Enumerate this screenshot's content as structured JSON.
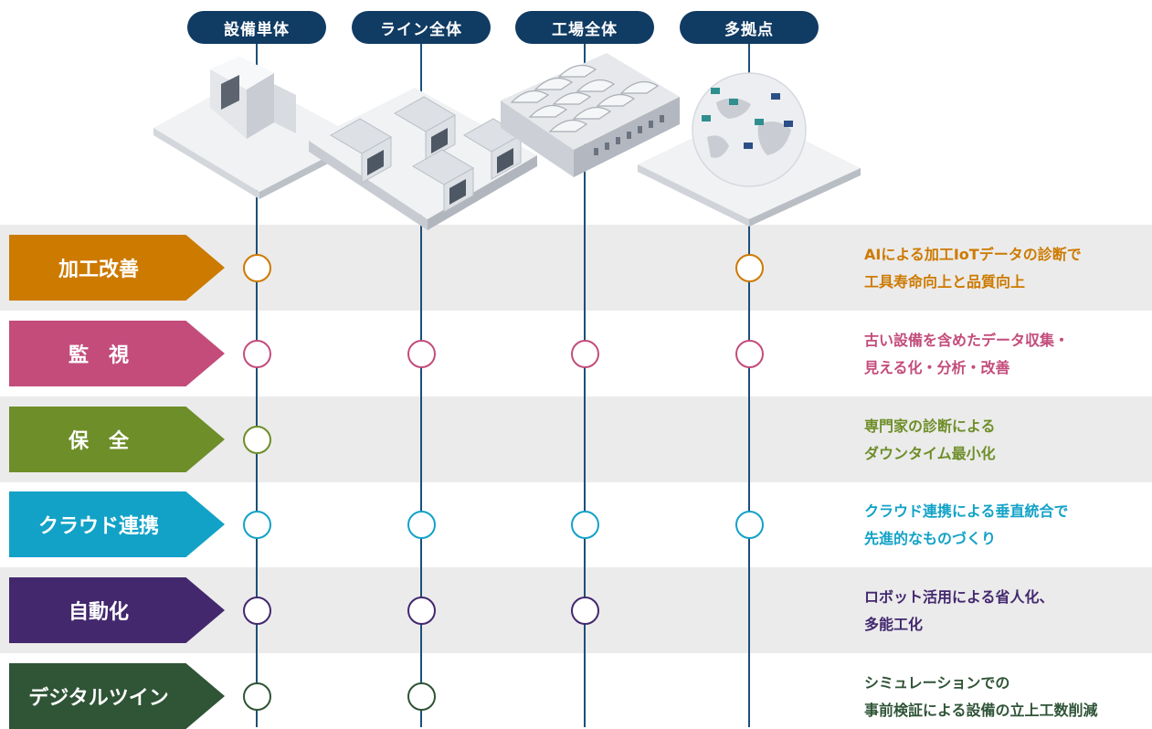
{
  "columns": [
    {
      "label": "設備単体"
    },
    {
      "label": "ライン全体"
    },
    {
      "label": "工場全体"
    },
    {
      "label": "多拠点"
    }
  ],
  "rows": [
    {
      "label": "加工改善",
      "color": "#cd7a00",
      "marks": [
        true,
        false,
        false,
        true
      ],
      "desc": [
        "AIによる加工IoTデータの診断で",
        "工具寿命向上と品質向上"
      ]
    },
    {
      "label": "監　視",
      "color": "#c34c7b",
      "marks": [
        true,
        true,
        true,
        true
      ],
      "desc": [
        "古い設備を含めたデータ収集・",
        "見える化・分析・改善"
      ]
    },
    {
      "label": "保　全",
      "color": "#6e8e29",
      "marks": [
        true,
        false,
        false,
        false
      ],
      "desc": [
        "専門家の診断による",
        "ダウンタイム最小化"
      ]
    },
    {
      "label": "クラウド連携",
      "color": "#12a2c7",
      "marks": [
        true,
        true,
        true,
        true
      ],
      "desc": [
        "クラウド連携による垂直統合で",
        "先進的なものづくり"
      ]
    },
    {
      "label": "自動化",
      "color": "#43286e",
      "marks": [
        true,
        true,
        true,
        false
      ],
      "desc": [
        "ロボット活用による省人化、",
        "多能工化"
      ]
    },
    {
      "label": "デジタルツイン",
      "color": "#2f5436",
      "marks": [
        true,
        true,
        false,
        false
      ],
      "desc": [
        "シミュレーションでの",
        "事前検証による設備の立上工数削減"
      ]
    }
  ]
}
